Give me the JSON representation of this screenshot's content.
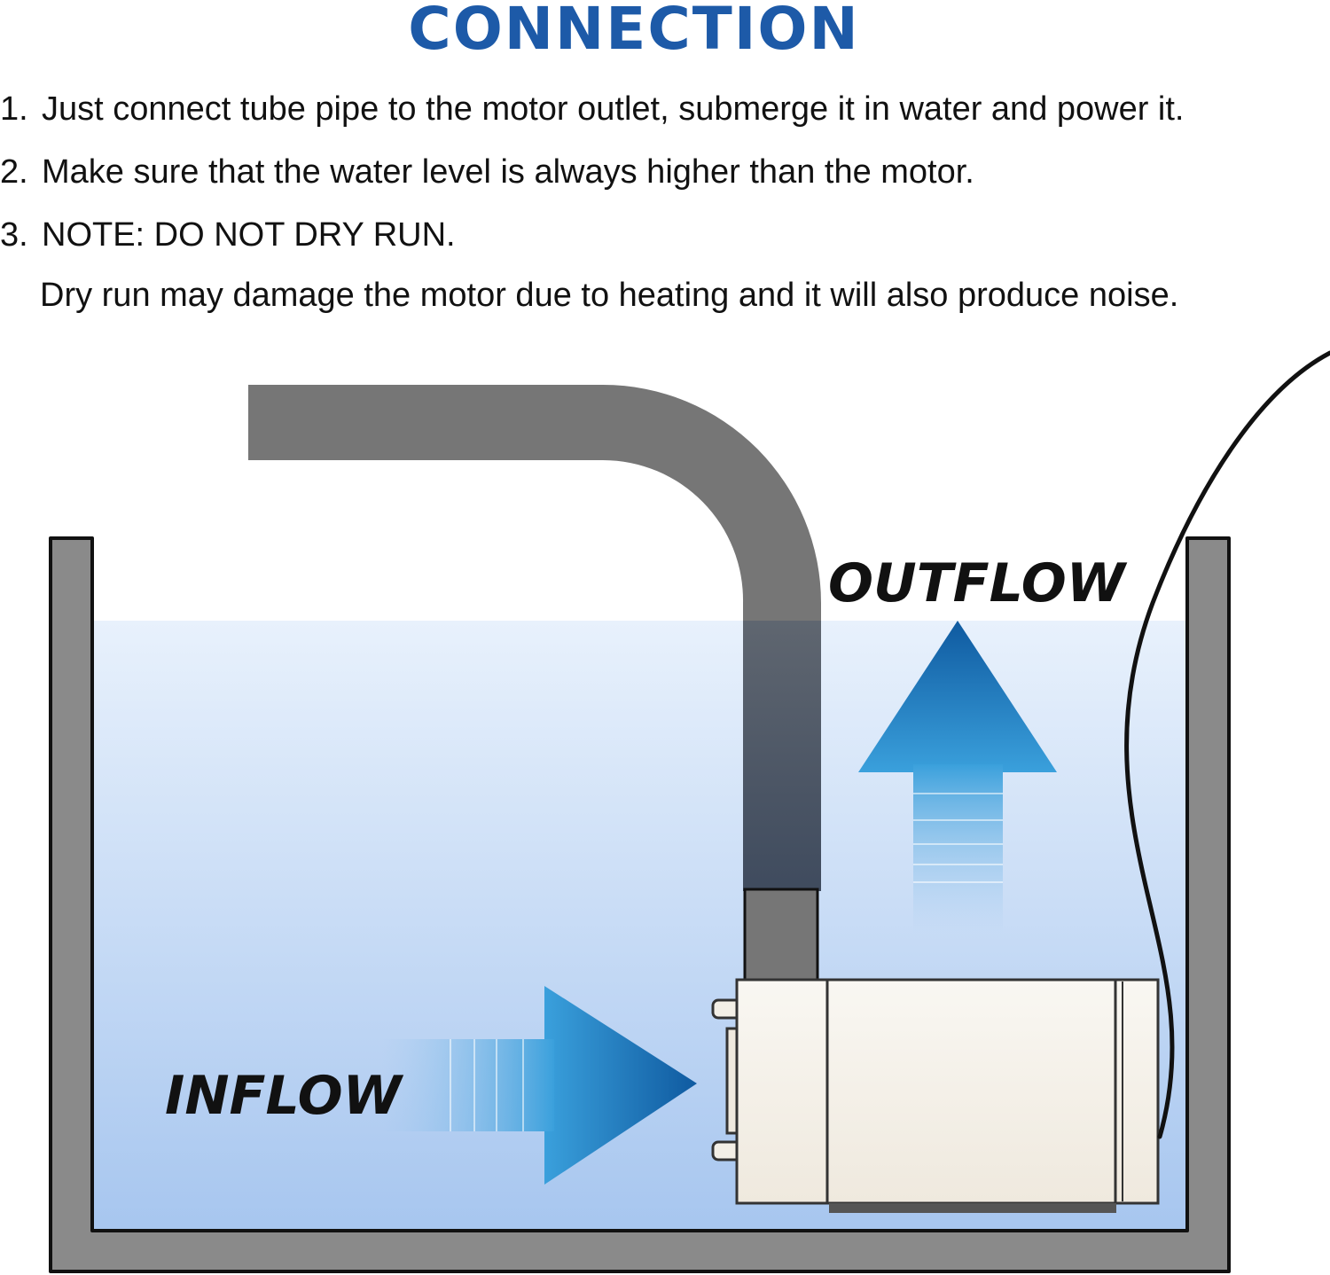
{
  "title": "CONNECTION",
  "steps": [
    {
      "num": "1.",
      "text": "Just connect tube pipe to the motor outlet, submerge it in water and power it."
    },
    {
      "num": "2.",
      "text": "Make sure that the water level is always higher than the motor."
    },
    {
      "num": "3.",
      "text": "NOTE: DO NOT DRY RUN."
    }
  ],
  "note_detail": "Dry run may damage the motor due to heating and it will also produce noise.",
  "diagram": {
    "outflow_label": "OUTFLOW",
    "inflow_label": "INFLOW"
  },
  "colors": {
    "title": "#1d5aa8",
    "arrow_dark": "#0f5aa0",
    "arrow_light": "#3aa0dc",
    "tank_wall": "#8a8a8a",
    "pipe": "#767676",
    "water_top": "#e8f1fc",
    "water_bottom": "#a7c6ef",
    "motor_body": "#f6f3ec"
  },
  "icons": [
    "tank",
    "tube-pipe",
    "water",
    "pump-motor",
    "power-cord",
    "outflow-arrow",
    "inflow-arrow"
  ]
}
